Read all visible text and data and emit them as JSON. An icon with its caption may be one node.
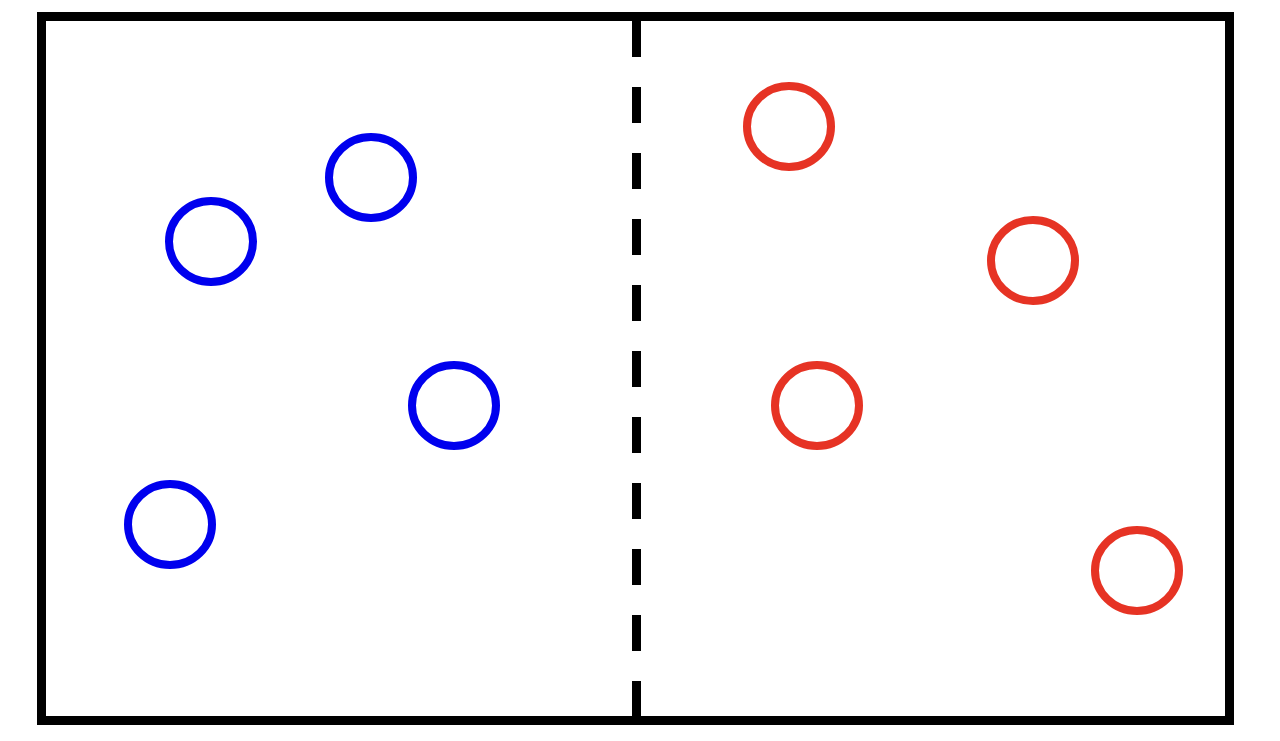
{
  "diagram": {
    "nodes": [
      {
        "text": [],
        "shape": "box"
      },
      {
        "text": [],
        "shape": "circle",
        "in": 0
      },
      {
        "text": [],
        "shape": "circle",
        "in": 0
      },
      {
        "text": [],
        "shape": "circle",
        "in": 0
      },
      {
        "text": [],
        "shape": "circle",
        "in": 0
      },
      {
        "text": [],
        "shape": "circle",
        "in": 0
      },
      {
        "text": [],
        "shape": "circle",
        "in": 0
      },
      {
        "text": [],
        "shape": "circle",
        "in": 0
      },
      {
        "text": [],
        "shape": "circle",
        "in": 0
      }
    ]
  }
}
